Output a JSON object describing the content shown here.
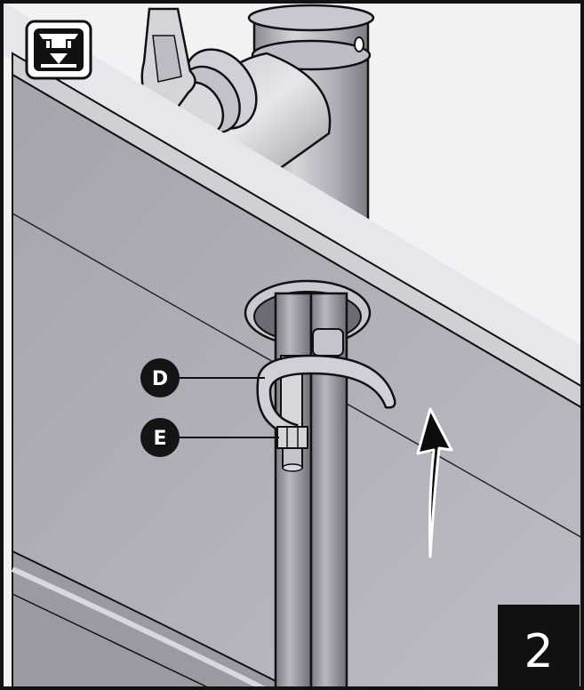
{
  "callouts": [
    {
      "label": "D"
    },
    {
      "label": "E"
    }
  ],
  "step_number": "2",
  "icon": {
    "name": "under-sink-install-icon"
  },
  "colors": {
    "frame": "#111111",
    "sink_light": "#e4e4ea",
    "sink_mid": "#b4b4bc",
    "sink_dark": "#8a8a92",
    "pipe": "#a8a8b0",
    "callout_fill": "#141414",
    "arrow_fill": "#0c0c0c"
  }
}
